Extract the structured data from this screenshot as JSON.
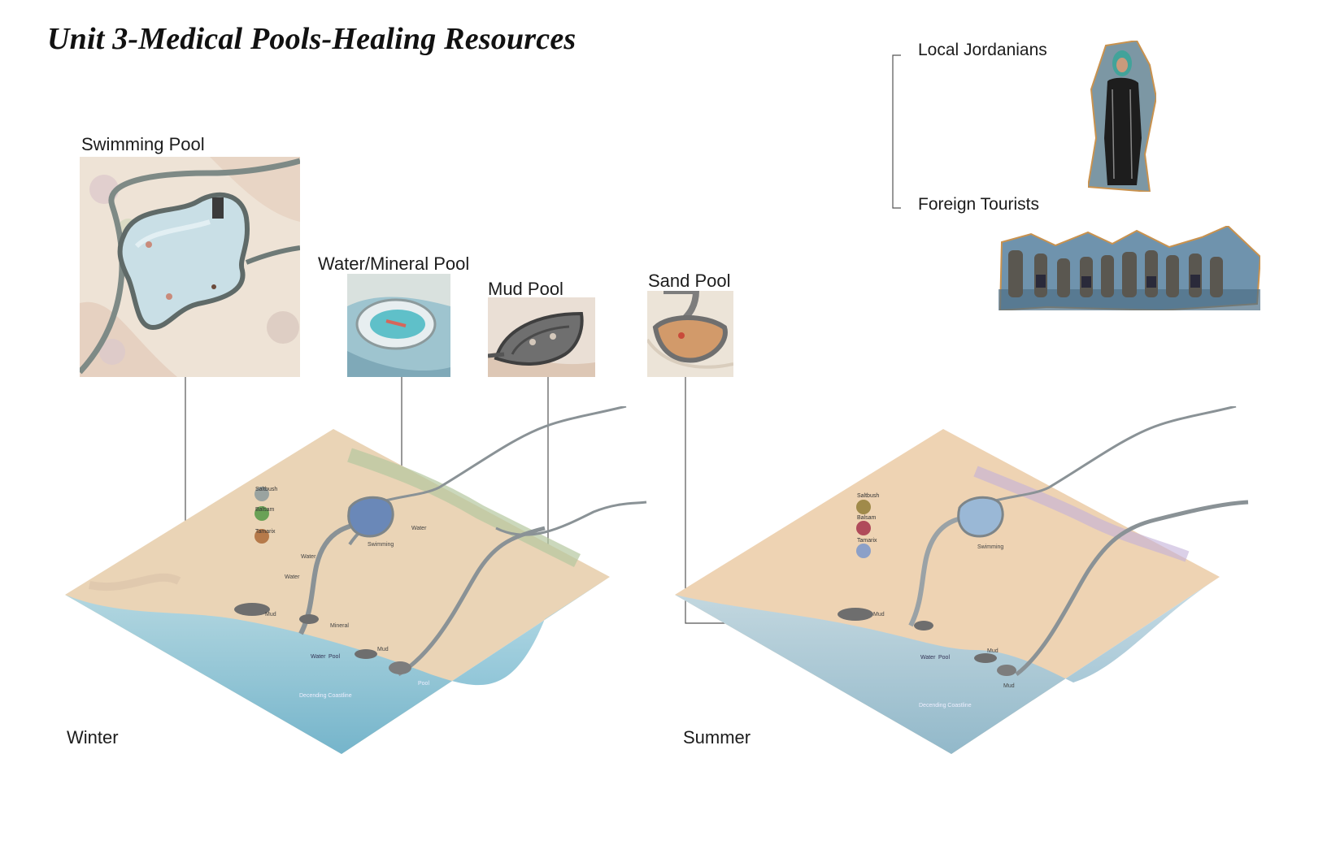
{
  "title": "Unit 3-Medical Pools-Healing Resources",
  "pools": [
    {
      "label": "Swimming Pool"
    },
    {
      "label": "Water/Mineral Pool"
    },
    {
      "label": "Mud Pool"
    },
    {
      "label": "Sand Pool"
    }
  ],
  "users": {
    "local": "Local Jordanians",
    "foreign": "Foreign Tourists"
  },
  "seasons": {
    "winter": "Winter",
    "summer": "Summer"
  },
  "plants": [
    "Saltbush",
    "Balsam",
    "Tamarix"
  ],
  "winter_map_labels": {
    "water1": "Water",
    "swimming": "Swimming",
    "water2": "Water",
    "water3": "Water",
    "water4": "Water",
    "mud": "Mud",
    "mineral": "Mineral",
    "pool": "Pool",
    "mud2": "Mud",
    "pool2": "Pool",
    "coastline": "Decending Coastline"
  },
  "summer_map_labels": {
    "swimming": "Swimming",
    "mud": "Mud",
    "water": "Water",
    "pool": "Pool",
    "mud2": "Mud",
    "mud3": "Mud",
    "coastline": "Decending Coastline"
  },
  "colors": {
    "sand": "#e9cfae",
    "water": "#8fc3d8",
    "pool_water": "#cfe3ea",
    "line": "#555555"
  }
}
